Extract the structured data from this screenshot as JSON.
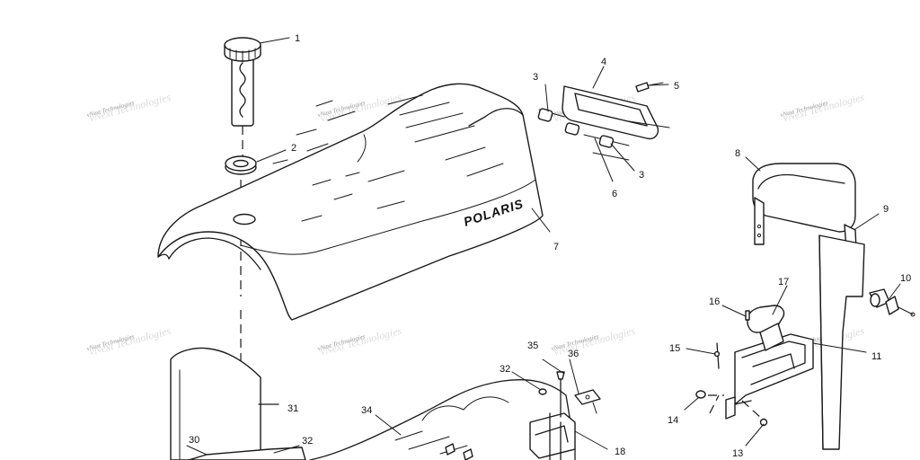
{
  "brand": {
    "logo_text": "POLARIS"
  },
  "watermark": {
    "text": "vNext Technologies"
  },
  "callouts": {
    "c1": "1",
    "c2": "2",
    "c3a": "3",
    "c3b": "3",
    "c4": "4",
    "c5": "5",
    "c6": "6",
    "c7": "7",
    "c8": "8",
    "c9": "9",
    "c10": "10",
    "c11": "11",
    "c13": "13",
    "c14": "14",
    "c15": "15",
    "c16": "16",
    "c17": "17",
    "c18": "18",
    "c30": "30",
    "c31": "31",
    "c32a": "32",
    "c32b": "32",
    "c34": "34",
    "c35": "35",
    "c36": "36"
  }
}
